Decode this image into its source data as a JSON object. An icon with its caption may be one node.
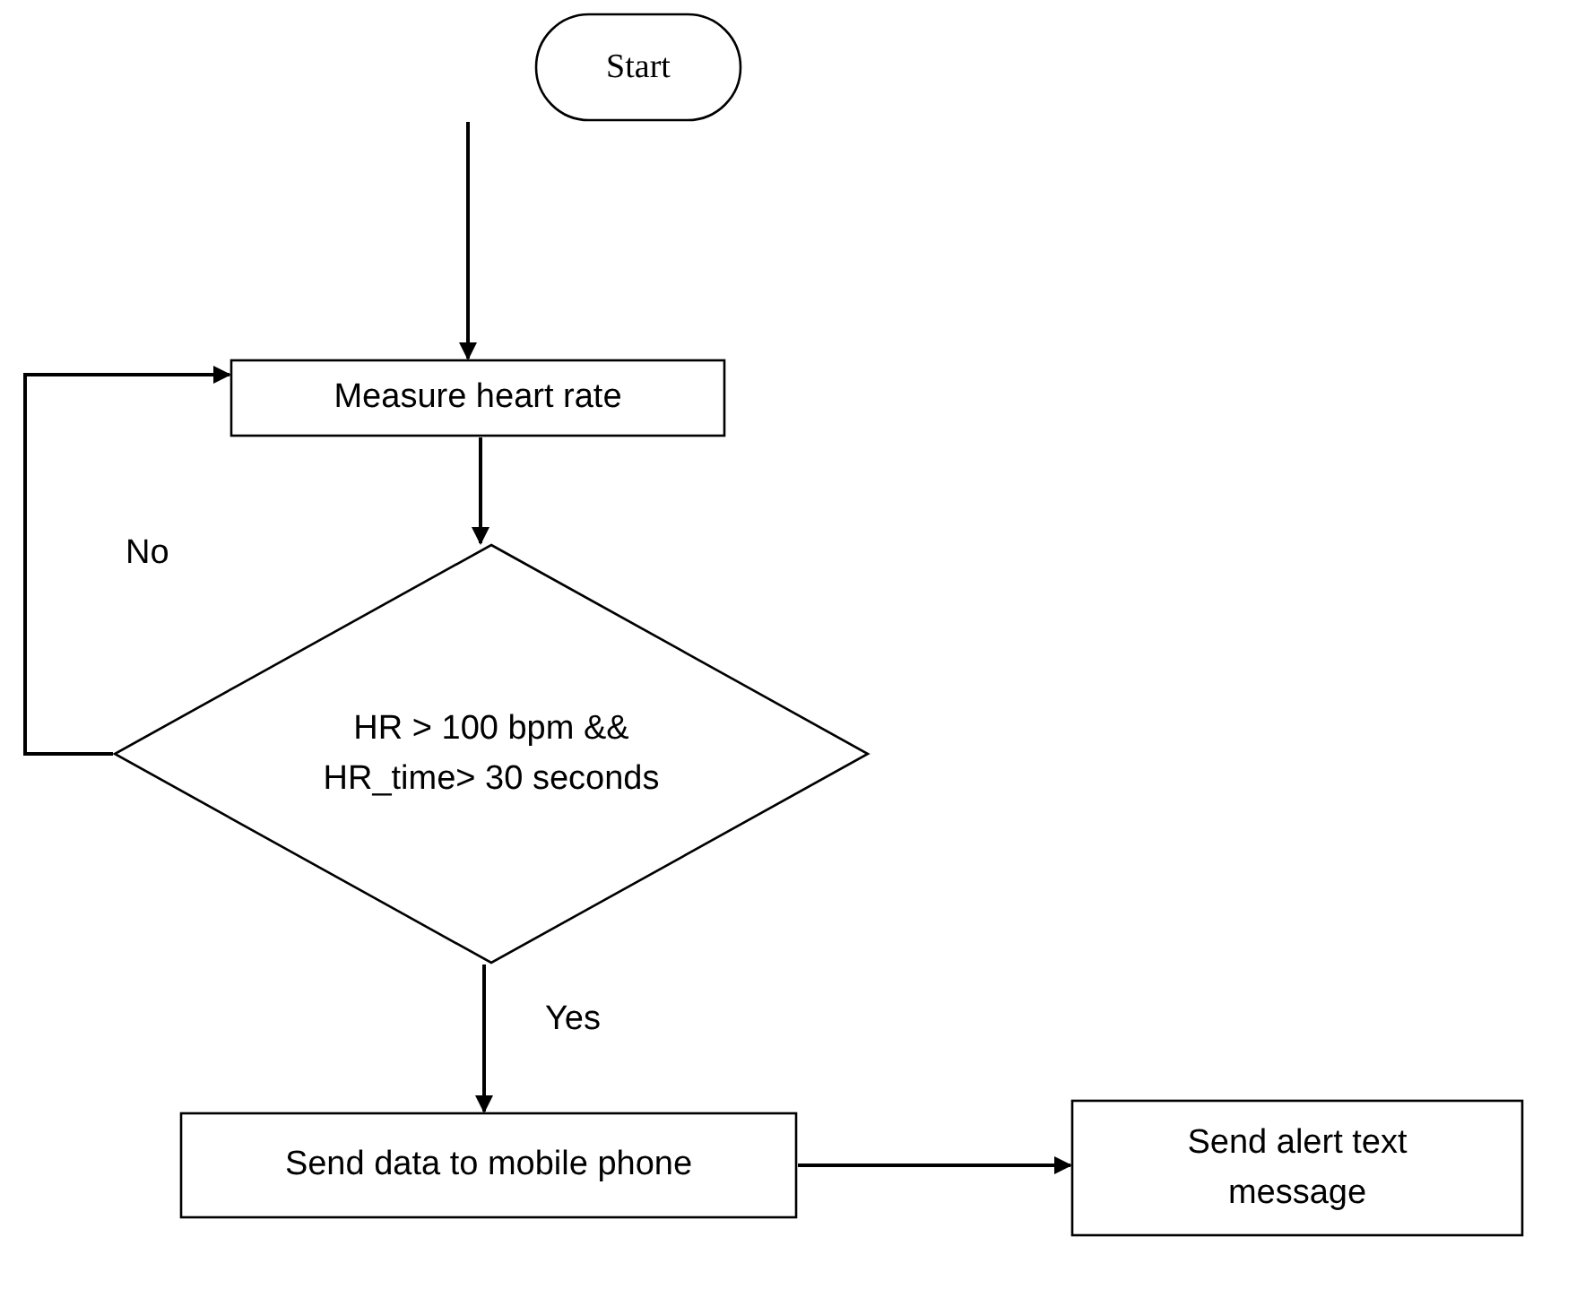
{
  "diagram": {
    "nodes": [
      {
        "text": [
          "Start"
        ]
      },
      {
        "text": [
          "Measure heart rate"
        ]
      },
      {
        "text": [
          "HR > 100 bpm && HR_time> 30 seconds"
        ]
      },
      {
        "text": [
          "Send data to mobile phone"
        ]
      },
      {
        "text": [
          "Send alert text message"
        ]
      }
    ],
    "edges": [
      {
        "from": 0,
        "to": 1,
        "arrow": "to"
      },
      {
        "from": 1,
        "to": 2,
        "arrow": "to"
      },
      {
        "from": 2,
        "to": 1,
        "arrow": "to",
        "label": "No"
      },
      {
        "from": 2,
        "to": 3,
        "arrow": "to",
        "label": "Yes"
      },
      {
        "from": 3,
        "to": 4,
        "arrow": "to"
      }
    ]
  }
}
